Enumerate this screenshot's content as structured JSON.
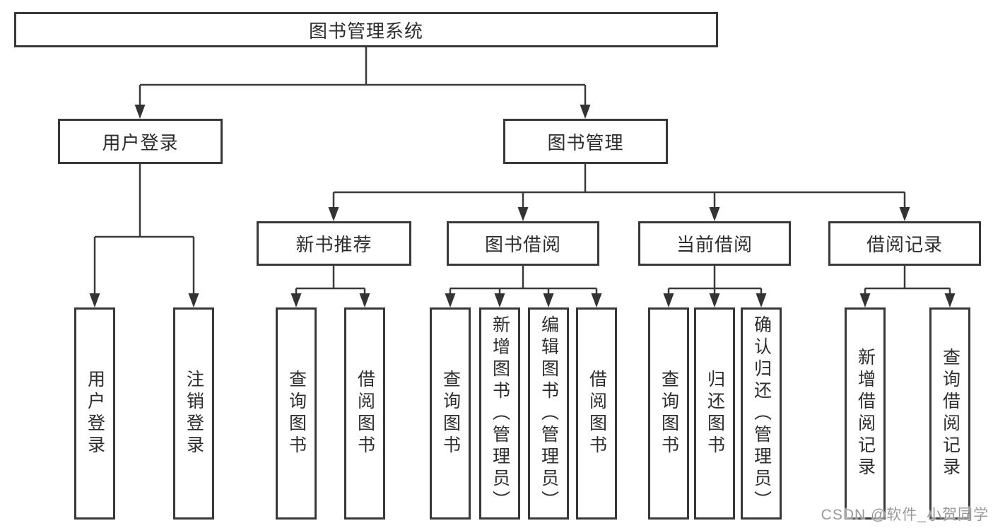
{
  "diagram": {
    "root": "图书管理系统",
    "branches": [
      {
        "label": "用户登录",
        "children": [
          "用户登录",
          "注销登录"
        ]
      },
      {
        "label": "图书管理",
        "children": [
          {
            "label": "新书推荐",
            "children": [
              "查询图书",
              "借阅图书"
            ]
          },
          {
            "label": "图书借阅",
            "children": [
              "查询图书",
              "新增图书（管理员）",
              "编辑图书（管理员）",
              "借阅图书"
            ]
          },
          {
            "label": "当前借阅",
            "children": [
              "查询图书",
              "归还图书",
              "确认归还（管理员）"
            ]
          },
          {
            "label": "借阅记录",
            "children": [
              "新增借阅记录",
              "查询借阅记录"
            ]
          }
        ]
      }
    ]
  },
  "watermark": "CSDN @软件_小贺同学",
  "colors": {
    "line": "#3a3a3a",
    "box_border": "#383838",
    "text": "#2d2d2d",
    "watermark": "#929292",
    "background": "#ffffff"
  }
}
